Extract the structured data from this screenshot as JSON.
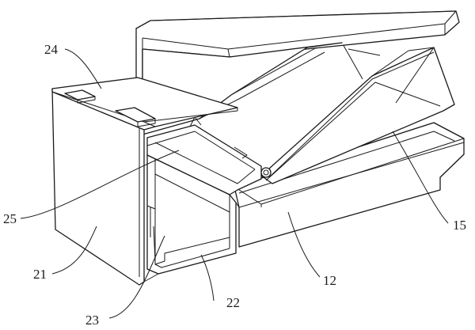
{
  "labels": [
    {
      "id": "24",
      "text": "24"
    },
    {
      "id": "25",
      "text": "25"
    },
    {
      "id": "21",
      "text": "21"
    },
    {
      "id": "23",
      "text": "23"
    },
    {
      "id": "22",
      "text": "22"
    },
    {
      "id": "12",
      "text": "12"
    },
    {
      "id": "15",
      "text": "15"
    }
  ]
}
